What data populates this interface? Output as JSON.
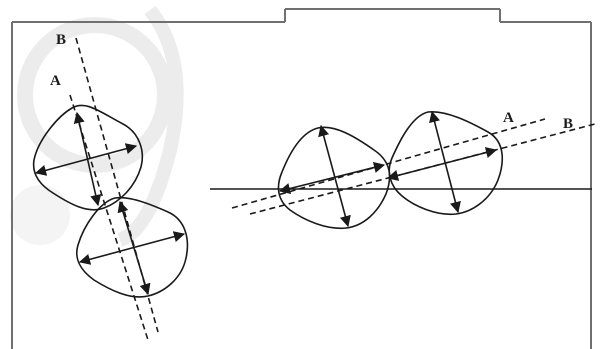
{
  "labels": {
    "left_A": "A",
    "left_B": "B",
    "right_A": "A",
    "right_B": "B"
  },
  "colors": {
    "stroke": "#1a1a1a",
    "frame": "#707070",
    "watermark": "#e2e2e2",
    "watermark_fill": "#f2f2f2"
  }
}
